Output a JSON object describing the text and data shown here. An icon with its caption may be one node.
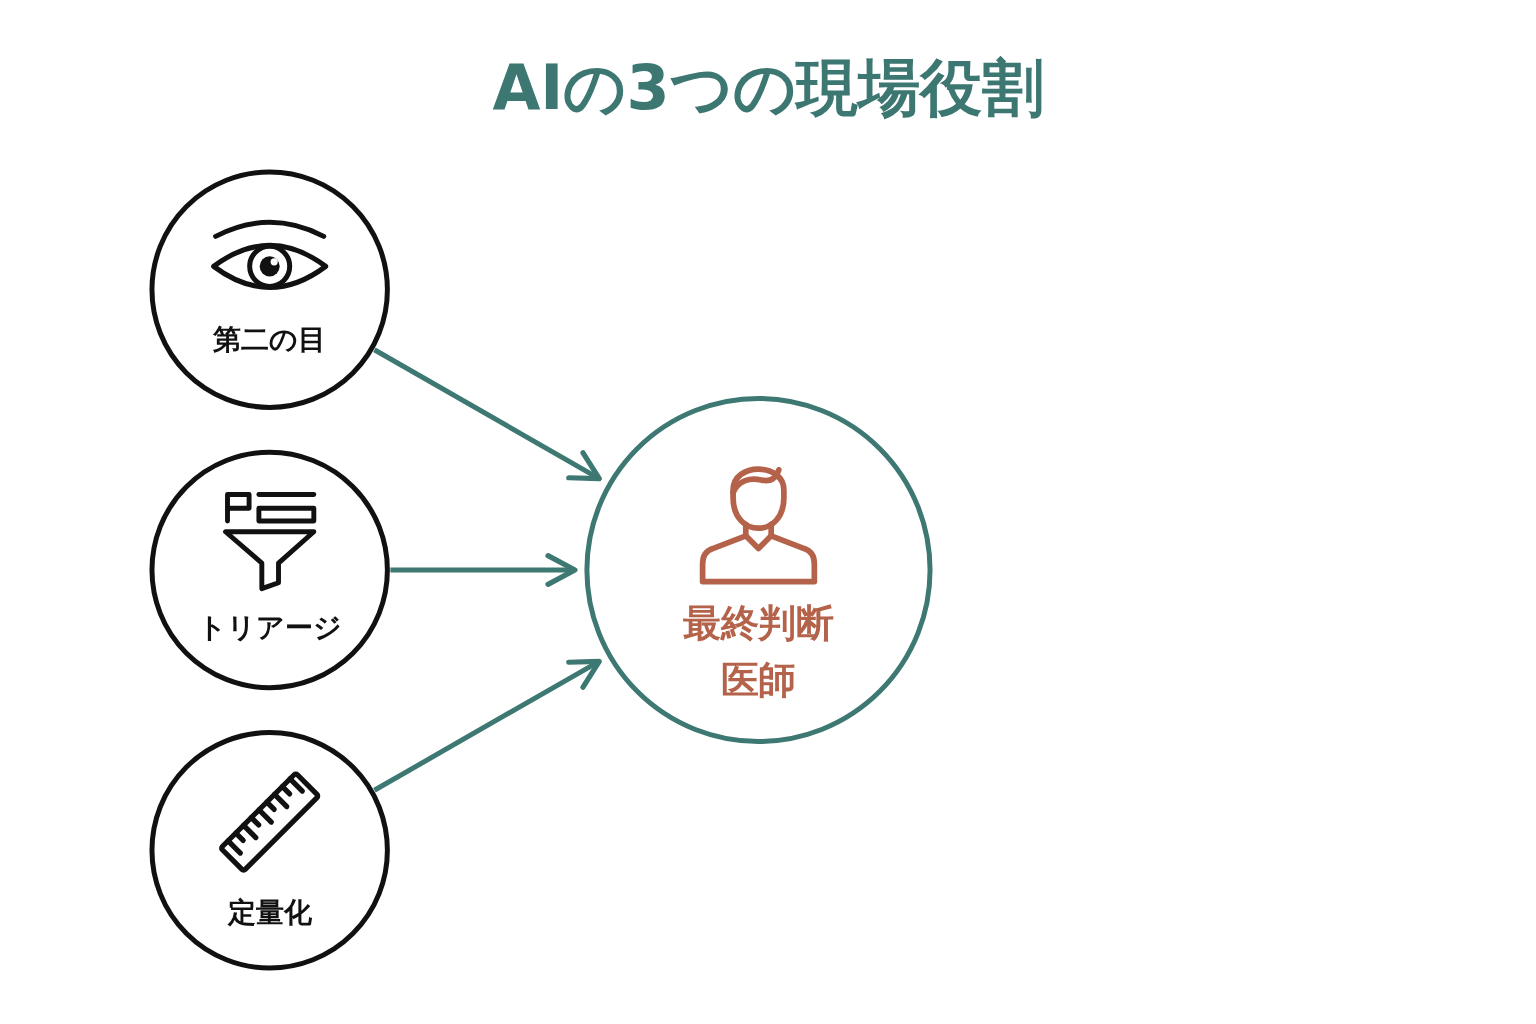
{
  "diagram": {
    "title": "AIの3つの現場役割",
    "nodes": [
      {
        "text": [
          "第二の目"
        ]
      },
      {
        "text": [
          "トリアージ"
        ]
      },
      {
        "text": [
          "定量化"
        ]
      },
      {
        "text": [
          "最終判断",
          "医師"
        ]
      }
    ],
    "edges": [
      {
        "from": 0,
        "to": 3,
        "arrow": "to"
      },
      {
        "from": 1,
        "to": 3,
        "arrow": "to"
      },
      {
        "from": 2,
        "to": 3,
        "arrow": "to"
      }
    ]
  }
}
